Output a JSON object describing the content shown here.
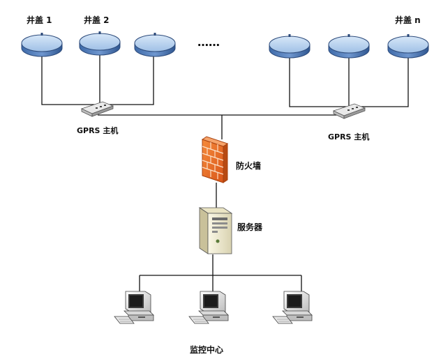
{
  "manholes": [
    {
      "label": "井盖 1"
    },
    {
      "label": "井盖 2"
    },
    {
      "label": ""
    },
    {
      "label": ""
    },
    {
      "label": ""
    },
    {
      "label": "井盖 n"
    }
  ],
  "ellipsis": "……",
  "gprs_left": "GPRS 主机",
  "gprs_right": "GPRS 主机",
  "firewall": "防火墙",
  "server": "服务器",
  "monitor": "监控中心",
  "colors": {
    "disk_fill": "#b9d3ee",
    "disk_edge": "#2c4a7a",
    "firewall": "#f07a2a",
    "server_body": "#f3efd8",
    "computer": "#e8e8e8"
  }
}
